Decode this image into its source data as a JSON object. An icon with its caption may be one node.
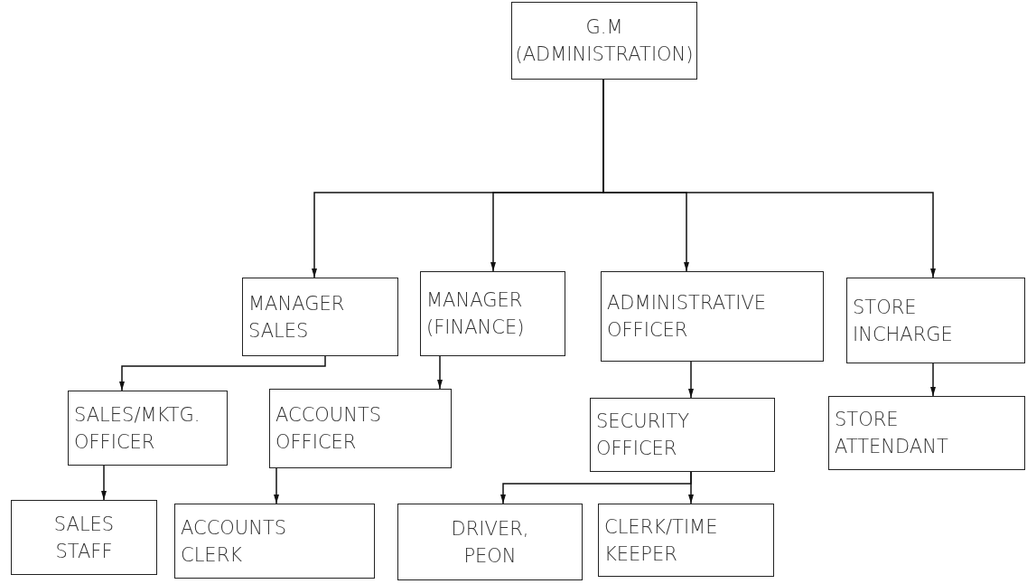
{
  "diagram": {
    "nodes": [
      {
        "text": [
          "G.M (ADMINISTRATION)"
        ]
      },
      {
        "text": [
          "MANAGER SALES"
        ]
      },
      {
        "text": [
          "MANAGER (FINANCE)"
        ]
      },
      {
        "text": [
          "ADMINISTRATIVE OFFICER"
        ]
      },
      {
        "text": [
          "STORE INCHARGE"
        ]
      },
      {
        "text": [
          "SALES/MKTG. OFFICER"
        ]
      },
      {
        "text": [
          "ACCOUNTS OFFICER"
        ]
      },
      {
        "text": [
          "SECURITY OFFICER"
        ]
      },
      {
        "text": [
          "STORE ATTENDANT"
        ]
      },
      {
        "text": [
          "SALES STAFF"
        ]
      },
      {
        "text": [
          "ACCOUNTS CLERK"
        ]
      },
      {
        "text": [
          "DRIVER, PEON"
        ]
      },
      {
        "text": [
          "CLERK/TIME KEEPER"
        ]
      }
    ],
    "edges": [
      {
        "from": 0,
        "to": 1,
        "arrow": "to"
      },
      {
        "from": 0,
        "to": 2,
        "arrow": "to"
      },
      {
        "from": 0,
        "to": 3,
        "arrow": "to"
      },
      {
        "from": 0,
        "to": 4,
        "arrow": "to"
      },
      {
        "from": 1,
        "to": 5,
        "arrow": "to"
      },
      {
        "from": 2,
        "to": 6,
        "arrow": "to"
      },
      {
        "from": 3,
        "to": 7,
        "arrow": "to"
      },
      {
        "from": 4,
        "to": 8,
        "arrow": "to"
      },
      {
        "from": 5,
        "to": 9,
        "arrow": "to"
      },
      {
        "from": 6,
        "to": 10,
        "arrow": "to"
      },
      {
        "from": 7,
        "to": 11,
        "arrow": "to"
      },
      {
        "from": 7,
        "to": 12,
        "arrow": "to"
      }
    ]
  }
}
